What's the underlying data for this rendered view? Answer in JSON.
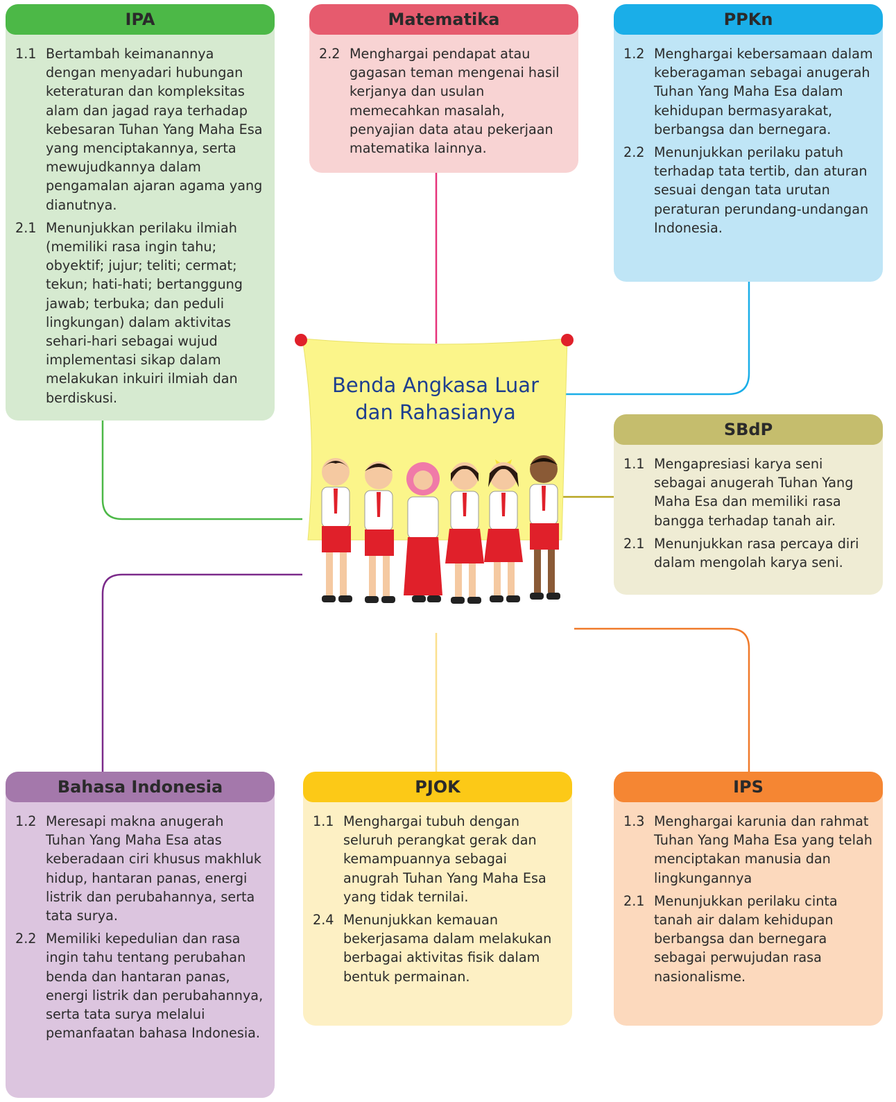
{
  "title": {
    "line1": "Benda Angkasa Luar",
    "line2": "dan Rahasianya"
  },
  "subjects": {
    "ipa": {
      "name": "IPA",
      "header_color": "#4cb847",
      "body_color": "#d6ead0",
      "items": [
        {
          "num": "1.1",
          "text": "Bertambah keimanannya dengan menyadari hubungan keteraturan dan kompleksitas alam dan jagad raya terhadap kebesaran Tuhan Yang Maha Esa yang menciptakannya, serta mewujudkannya dalam pengamalan ajaran agama yang dianutnya."
        },
        {
          "num": "2.1",
          "text": "Menunjukkan perilaku ilmiah (memiliki rasa ingin tahu; obyektif; jujur; teliti; cermat; tekun; hati-hati; bertanggung jawab; terbuka; dan peduli lingkungan) dalam aktivitas sehari-hari sebagai wujud implementasi sikap dalam melakukan inkuiri ilmiah dan berdiskusi."
        }
      ]
    },
    "matematika": {
      "name": "Matematika",
      "header_color": "#e65b6e",
      "body_color": "#f8d3d3",
      "items": [
        {
          "num": "2.2",
          "text": "Menghargai pendapat atau gagasan teman mengenai hasil  kerjanya dan usulan memecahkan masalah, penyajian data atau pekerjaan matematika lainnya."
        }
      ]
    },
    "ppkn": {
      "name": "PPKn",
      "header_color": "#1aaee8",
      "body_color": "#bfe5f6",
      "items": [
        {
          "num": "1.2",
          "text": "Menghargai kebersamaan dalam keberagaman sebagai anugerah Tuhan Yang Maha Esa dalam kehidupan bermasyarakat, berbangsa dan bernegara."
        },
        {
          "num": "2.2",
          "text": "Menunjukkan perilaku patuh terhadap tata tertib, dan aturan  sesuai dengan tata urutan peraturan perundang-undangan Indonesia."
        }
      ]
    },
    "sbdp": {
      "name": "SBdP",
      "header_color": "#c5bd6d",
      "body_color": "#efecd4",
      "items": [
        {
          "num": "1.1",
          "text": "Mengapresiasi karya seni sebagai anugerah Tuhan Yang Maha Esa dan memiliki rasa bangga terhadap tanah air."
        },
        {
          "num": "2.1",
          "text": "Menunjukkan rasa percaya diri dalam mengolah karya seni."
        }
      ]
    },
    "bahasa_indonesia": {
      "name": "Bahasa Indonesia",
      "header_color": "#a478ab",
      "body_color": "#dcc5df",
      "items": [
        {
          "num": "1.2",
          "text": "Meresapi makna anugerah Tuhan Yang Maha Esa atas keberadaan ciri khusus makhluk hidup, hantaran panas, energi listrik dan perubahannya, serta tata surya."
        },
        {
          "num": "2.2",
          "text": "Memiliki kepedulian dan rasa ingin tahu tentang perubahan benda dan hantaran panas, energi listrik dan perubahannya, serta tata surya melalui pemanfaatan bahasa Indonesia."
        }
      ]
    },
    "pjok": {
      "name": "PJOK",
      "header_color": "#fcc917",
      "body_color": "#fdf0c4",
      "items": [
        {
          "num": "1.1",
          "text": "Menghargai tubuh dengan seluruh perangkat gerak dan kemampuannya sebagai anugrah Tuhan Yang Maha Esa yang tidak ternilai."
        },
        {
          "num": "2.4",
          "text": "Menunjukkan kemauan bekerjasama dalam melakukan berbagai aktivitas fisik dalam bentuk permainan."
        }
      ]
    },
    "ips": {
      "name": "IPS",
      "header_color": "#f58633",
      "body_color": "#fcd9bd",
      "items": [
        {
          "num": "1.3",
          "text": "Menghargai karunia dan rahmat Tuhan Yang Maha Esa yang telah menciptakan manusia dan lingkungannya"
        },
        {
          "num": "2.1",
          "text": "Menunjukkan perilaku cinta tanah air dalam kehidupan berbangsa dan bernegara sebagai perwujudan rasa nasionalisme."
        }
      ]
    }
  },
  "connector_colors": {
    "ipa": "#4cb847",
    "matematika": "#e6337a",
    "ppkn": "#1aaee8",
    "sbdp": "#b8a622",
    "bahasa_indonesia": "#7b2a8a",
    "pjok": "#fbe08f",
    "ips": "#f07a2a"
  },
  "banner_color": "#fbf58a"
}
